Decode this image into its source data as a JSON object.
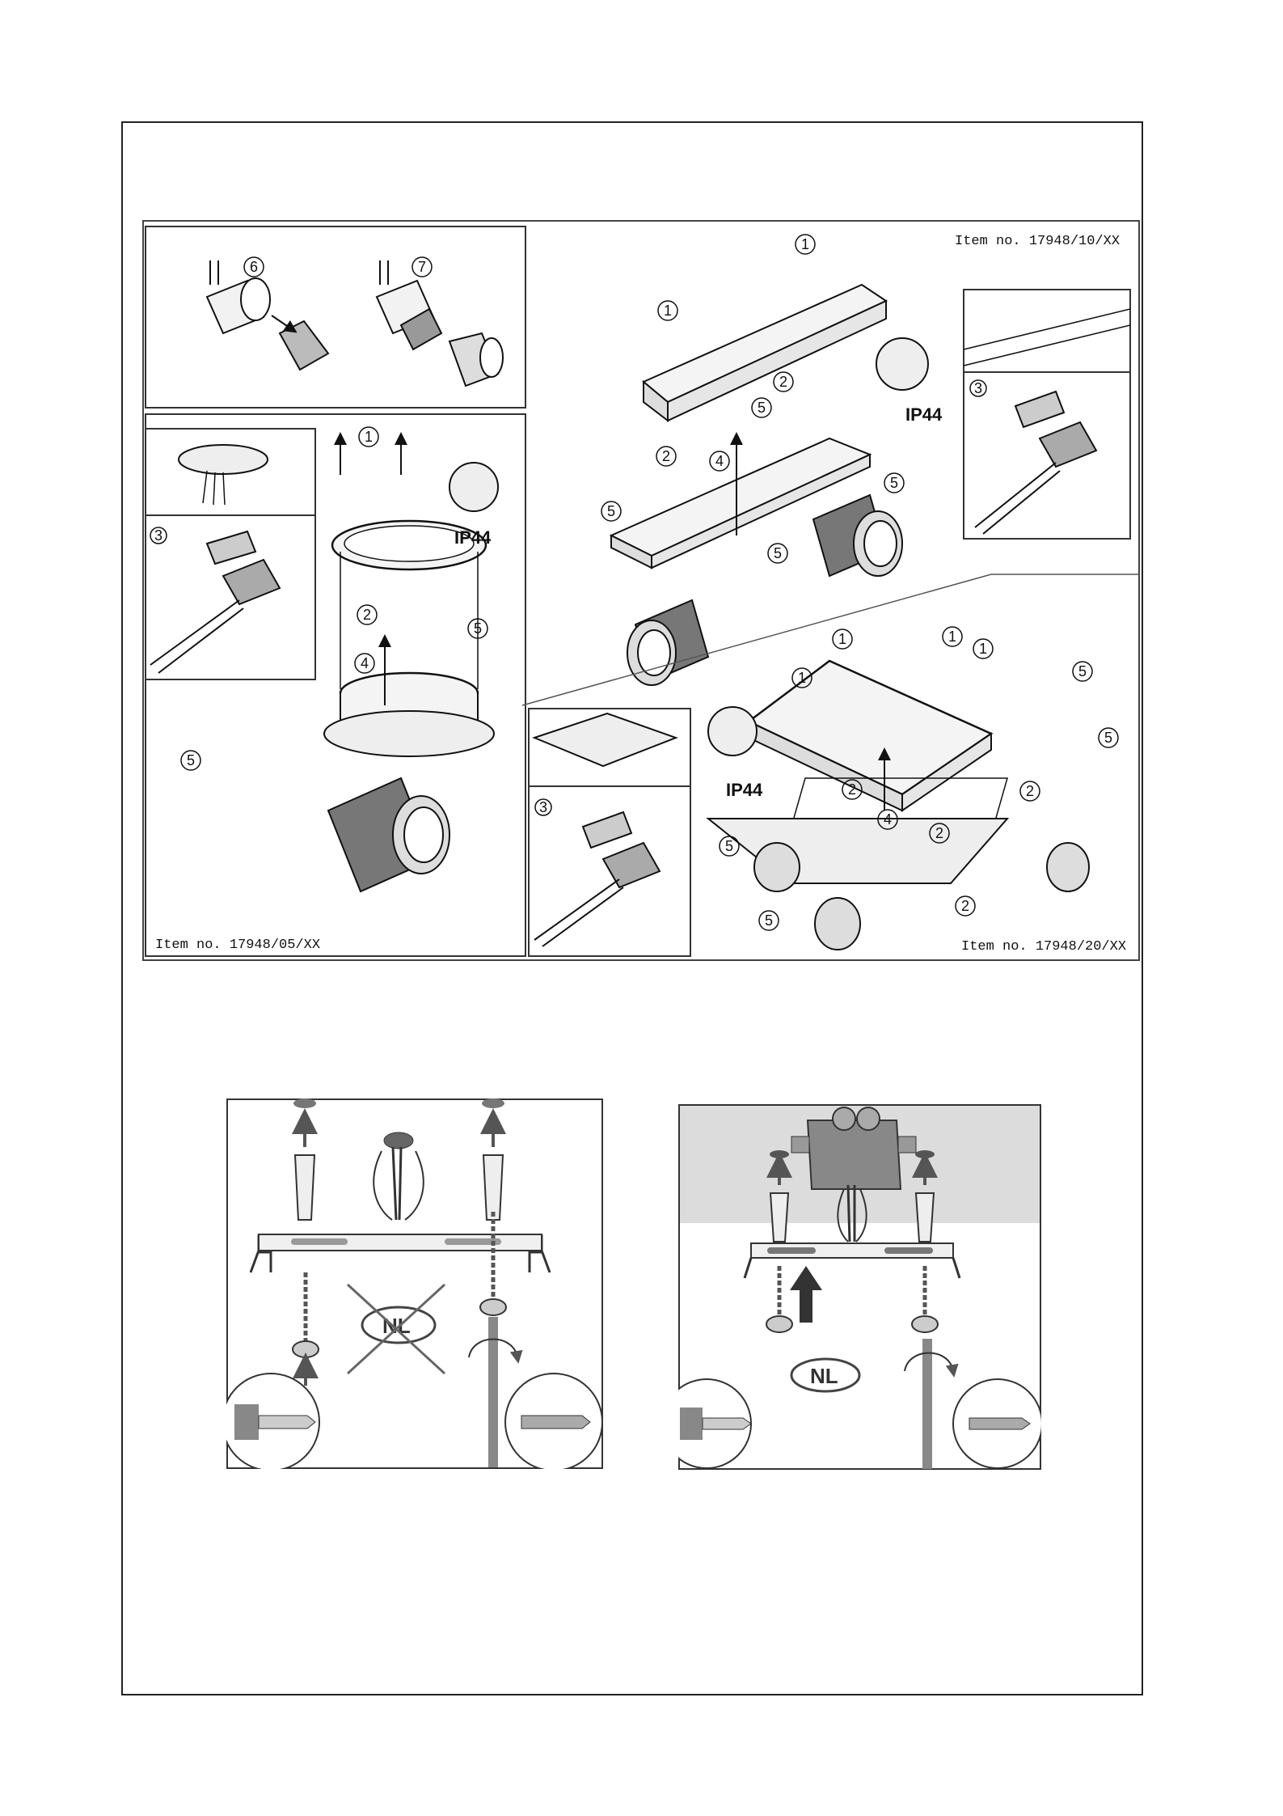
{
  "top_diagram": {
    "item_05": "Item no. 17948/05/XX",
    "item_10": "Item no. 17948/10/XX",
    "item_20": "Item no. 17948/20/XX",
    "ip_rating": "IP44",
    "step_numbers": [
      "1",
      "2",
      "3",
      "4",
      "5",
      "6",
      "7"
    ]
  },
  "bottom_left_diagram": {
    "label": "NL",
    "crossed_out": true
  },
  "bottom_right_diagram": {
    "label": "NL",
    "crossed_out": false
  }
}
